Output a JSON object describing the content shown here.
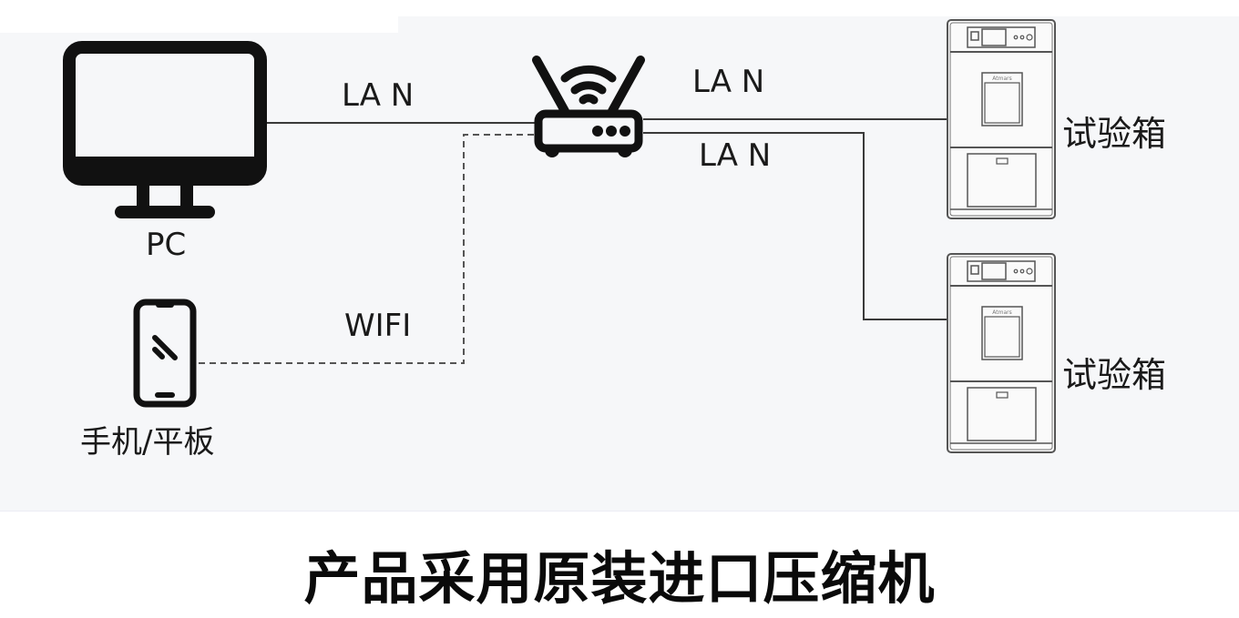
{
  "nodes": {
    "pc": {
      "label": "PC",
      "icon": "desktop-monitor-icon"
    },
    "mobile": {
      "label": "手机/平板",
      "icon": "smartphone-icon"
    },
    "router": {
      "icon": "wifi-router-icon"
    },
    "chamber_1": {
      "label": "试验箱",
      "icon": "test-chamber-icon",
      "brand": "Atmars"
    },
    "chamber_2": {
      "label": "试验箱",
      "icon": "test-chamber-icon",
      "brand": "Atmars"
    }
  },
  "links": [
    {
      "from": "pc",
      "to": "router",
      "label": "LA N",
      "style": "solid"
    },
    {
      "from": "mobile",
      "to": "router",
      "label": "WIFI",
      "style": "dashed"
    },
    {
      "from": "router",
      "to": "chamber_1",
      "label": "LA N",
      "style": "solid"
    },
    {
      "from": "router",
      "to": "chamber_2",
      "label": "LA N",
      "style": "solid"
    }
  ],
  "banner": {
    "text": "产品采用原装进口压缩机"
  },
  "colors": {
    "line": "#3a3a3a",
    "icon": "#111111",
    "background": "#f6f7f9"
  }
}
